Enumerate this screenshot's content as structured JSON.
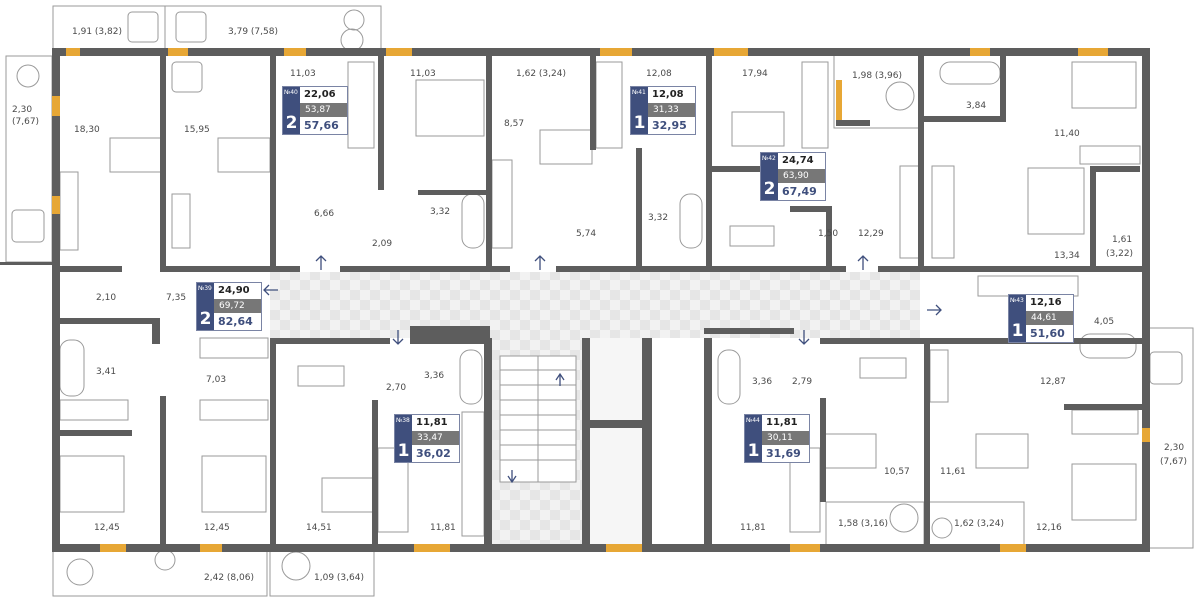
{
  "colors": {
    "wall": "#5d5d5d",
    "window": "#e7a735",
    "badge": "#3f4f7d",
    "living_bar": "#777777",
    "corridor": "#ececec"
  },
  "apartments": [
    {
      "no": "№40",
      "rooms": "2",
      "living": "22,06",
      "kitchen": "53,87",
      "total": "57,66"
    },
    {
      "no": "№41",
      "rooms": "1",
      "living": "12,08",
      "kitchen": "31,33",
      "total": "32,95"
    },
    {
      "no": "№42",
      "rooms": "2",
      "living": "24,74",
      "kitchen": "63,90",
      "total": "67,49"
    },
    {
      "no": "№39",
      "rooms": "2",
      "living": "24,90",
      "kitchen": "69,72",
      "total": "82,64"
    },
    {
      "no": "№43",
      "rooms": "1",
      "living": "12,16",
      "kitchen": "44,61",
      "total": "51,60"
    },
    {
      "no": "№38",
      "rooms": "1",
      "living": "11,81",
      "kitchen": "33,47",
      "total": "36,02"
    },
    {
      "no": "№44",
      "rooms": "1",
      "living": "11,81",
      "kitchen": "30,11",
      "total": "31,69"
    }
  ],
  "areas": [
    "1,91 (3,82)",
    "3,79 (7,58)",
    "2,30",
    "(7,67)",
    "18,30",
    "15,95",
    "11,03",
    "11,03",
    "1,62 (3,24)",
    "8,57",
    "12,08",
    "17,94",
    "1,98 (3,96)",
    "3,84",
    "11,40",
    "6,66",
    "3,32",
    "2,09",
    "5,74",
    "3,32",
    "1,50",
    "12,29",
    "13,34",
    "1,61",
    "(3,22)",
    "2,10",
    "7,35",
    "3,41",
    "7,03",
    "2,70",
    "3,36",
    "3,36",
    "2,79",
    "4,05",
    "12,87",
    "2,30",
    "(7,67)",
    "12,45",
    "12,45",
    "14,51",
    "11,81",
    "11,81",
    "10,57",
    "11,61",
    "12,16",
    "1,58 (3,16)",
    "1,62 (3,24)",
    "2,42 (8,06)",
    "1,09 (3,64)"
  ]
}
